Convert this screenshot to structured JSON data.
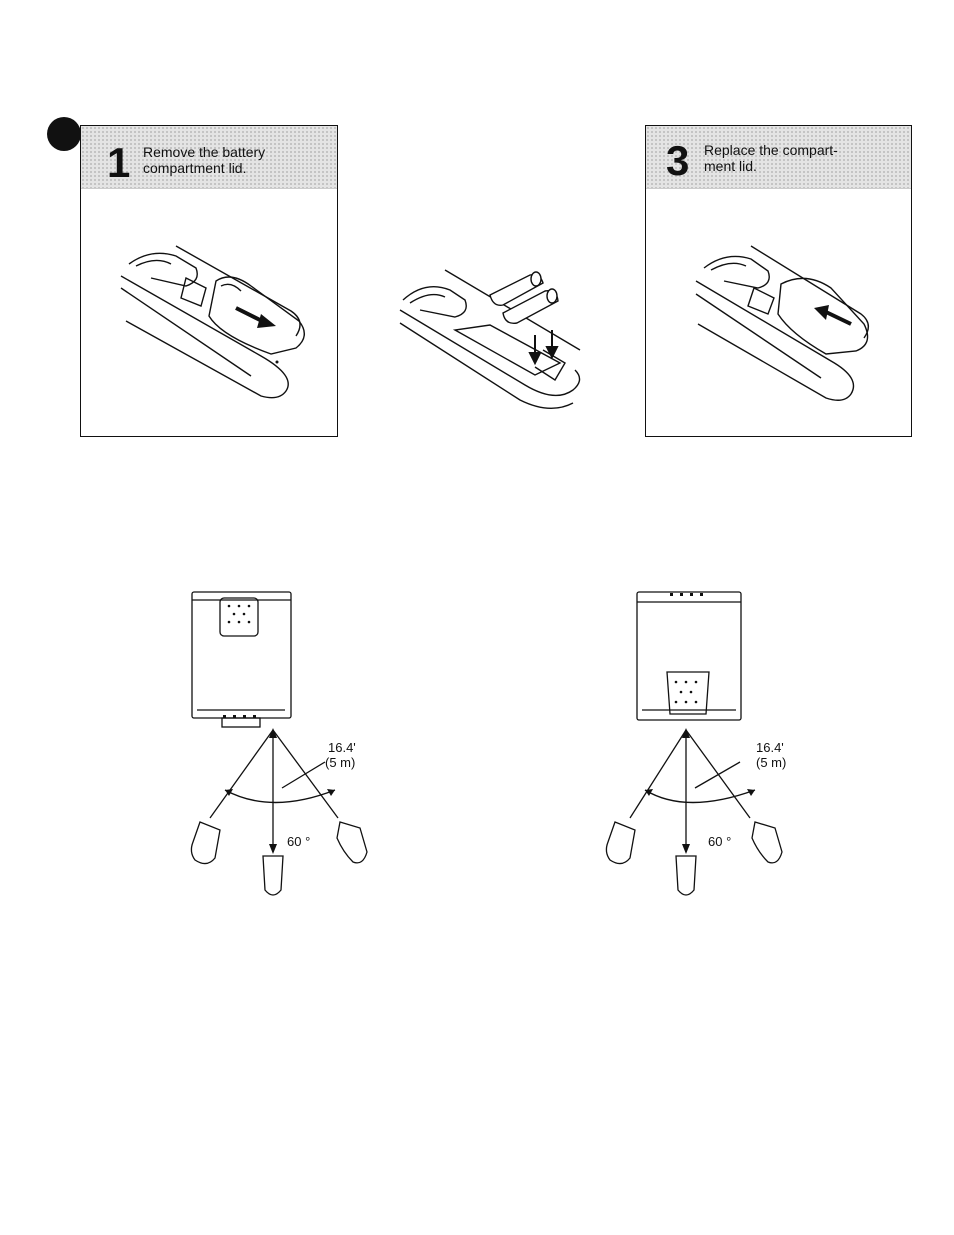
{
  "steps": [
    {
      "number": "1",
      "text_line1": "Remove the battery",
      "text_line2": "compartment lid."
    },
    {
      "number": "3",
      "text_line1": "Replace the compart-",
      "text_line2": "ment lid."
    }
  ],
  "range_diagrams": [
    {
      "distance_ft": "16.4'",
      "distance_m": "(5 m)",
      "angle": "60 °"
    },
    {
      "distance_ft": "16.4'",
      "distance_m": "(5 m)",
      "angle": "60 °"
    }
  ]
}
